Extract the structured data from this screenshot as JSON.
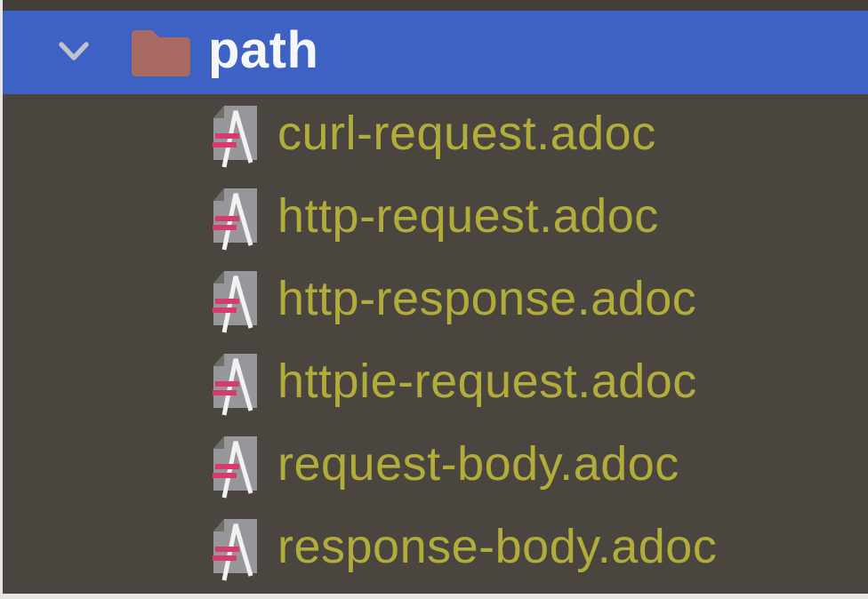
{
  "window": {
    "background": "#4a463f",
    "top_strip_color": "#413e37",
    "outer_edge_color": "#e7e6e2"
  },
  "colors": {
    "selection_blue": "#3e61c4",
    "folder_label_white": "#f6f7f9",
    "file_label_olive": "#b2ac3a",
    "folder_icon_brick": "#a96a63",
    "chevron_gray": "#bcc3cd",
    "doc_body_gray": "#97979b",
    "doc_fold_gray": "#6f6f6a",
    "doc_glyph_white": "#f2f2f2",
    "asciidoc_pink": "#d93a6e"
  },
  "tree": {
    "folder_row": {
      "label": "path",
      "expanded": true,
      "selected": true,
      "chevron_icon": "chevron-down-icon",
      "icon": "folder-icon"
    },
    "files": [
      {
        "label": "curl-request.adoc",
        "icon": "asciidoc-file-icon"
      },
      {
        "label": "http-request.adoc",
        "icon": "asciidoc-file-icon"
      },
      {
        "label": "http-response.adoc",
        "icon": "asciidoc-file-icon"
      },
      {
        "label": "httpie-request.adoc",
        "icon": "asciidoc-file-icon"
      },
      {
        "label": "request-body.adoc",
        "icon": "asciidoc-file-icon"
      },
      {
        "label": "response-body.adoc",
        "icon": "asciidoc-file-icon"
      }
    ]
  }
}
